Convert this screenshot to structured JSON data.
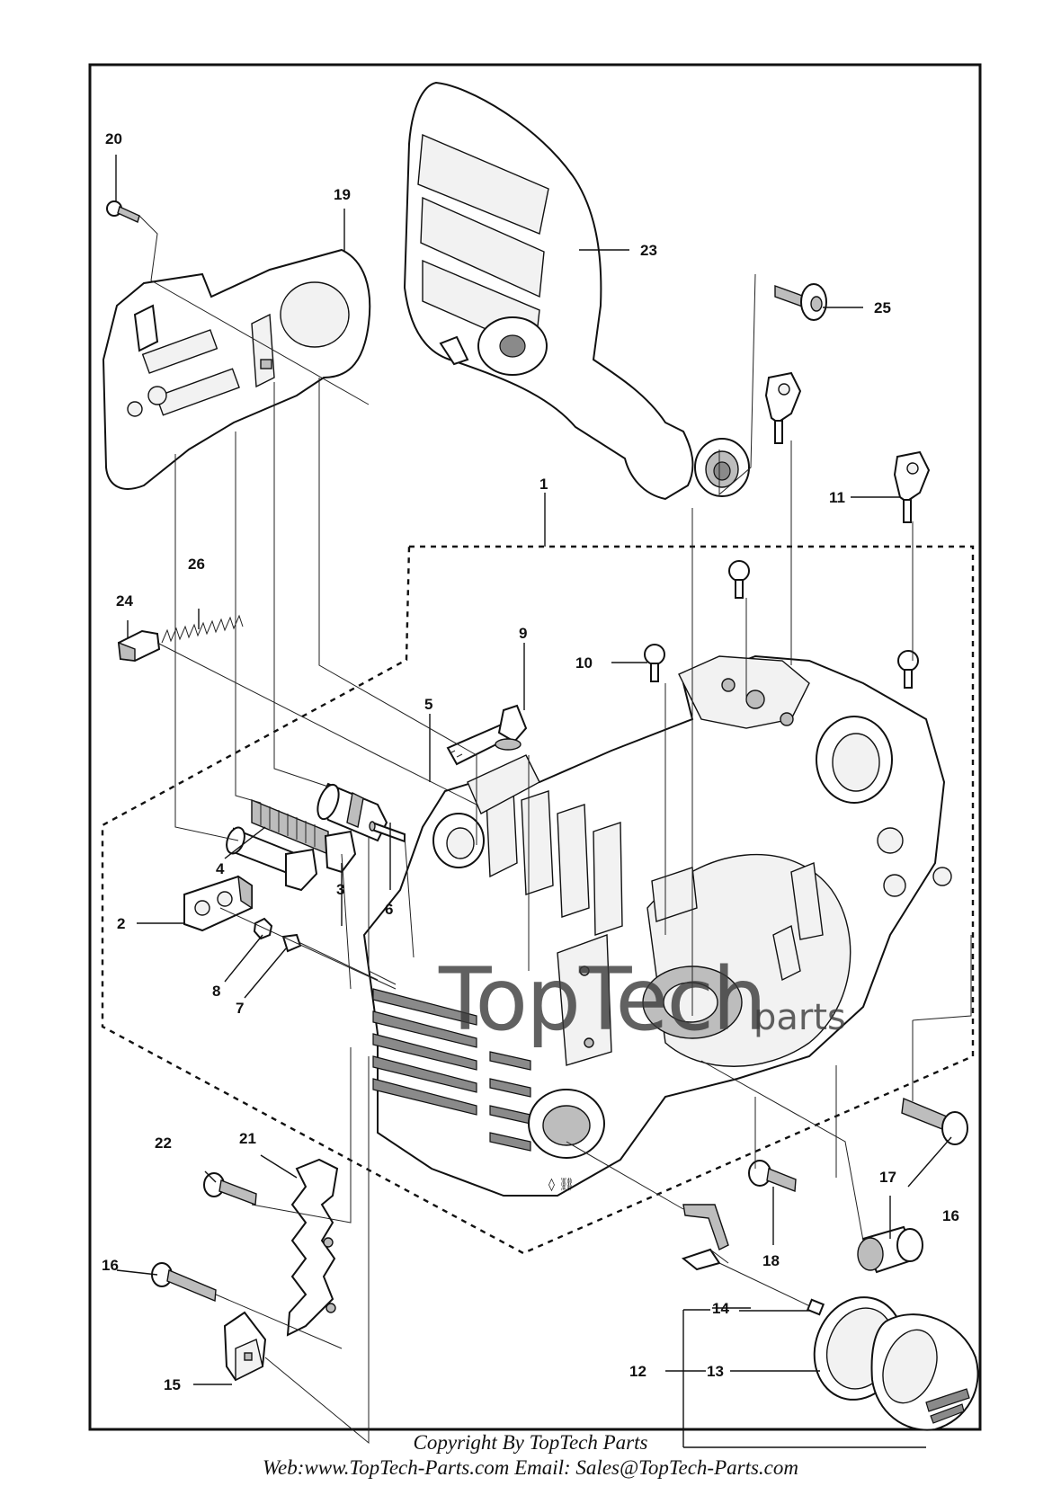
{
  "callouts": {
    "c1": "1",
    "c2": "2",
    "c3": "3",
    "c4": "4",
    "c5": "5",
    "c6": "6",
    "c7": "7",
    "c8": "8",
    "c9": "9",
    "c10": "10",
    "c11": "11",
    "c12": "12",
    "c13": "13",
    "c14": "14",
    "c15": "15",
    "c16a": "16",
    "c16b": "16",
    "c17": "17",
    "c18": "18",
    "c19": "19",
    "c20": "20",
    "c21": "21",
    "c22": "22",
    "c23": "23",
    "c24": "24",
    "c25": "25",
    "c26": "26"
  },
  "watermark": {
    "main": "TopTech",
    "sub": "parts"
  },
  "footer": {
    "copyright": "Copyright By TopTech Parts",
    "contact": "Web:www.TopTech-Parts.com  Email: Sales@TopTech-Parts.com"
  },
  "colors": {
    "line": "#111111",
    "paper": "#ffffff",
    "watermark": "#3a3a3a"
  }
}
